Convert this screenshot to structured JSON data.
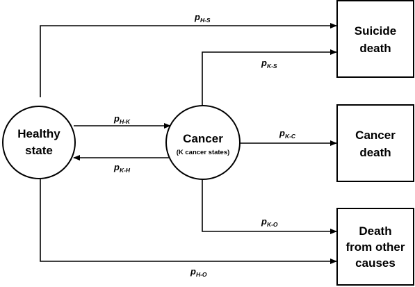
{
  "nodes": {
    "healthy": {
      "line1": "Healthy",
      "line2": "state"
    },
    "cancer": {
      "title": "Cancer",
      "subtitle": "(K cancer states)"
    },
    "suicide": {
      "line1": "Suicide",
      "line2": "death"
    },
    "cancer_death": {
      "line1": "Cancer",
      "line2": "death"
    },
    "other": {
      "line1": "Death",
      "line2": "from other",
      "line3": "causes"
    }
  },
  "edges": {
    "p_hs": {
      "symbol": "p",
      "sub": "H-S"
    },
    "p_ks": {
      "symbol": "p",
      "sub": "K-S"
    },
    "p_hk": {
      "symbol": "p",
      "sub": "H-K"
    },
    "p_kh": {
      "symbol": "p",
      "sub": "K-H"
    },
    "p_kc": {
      "symbol": "p",
      "sub": "K-C"
    },
    "p_ko": {
      "symbol": "p",
      "sub": "K-O"
    },
    "p_ho": {
      "symbol": "p",
      "sub": "H-O"
    }
  },
  "colors": {
    "stroke": "#000000",
    "fill": "#ffffff"
  }
}
